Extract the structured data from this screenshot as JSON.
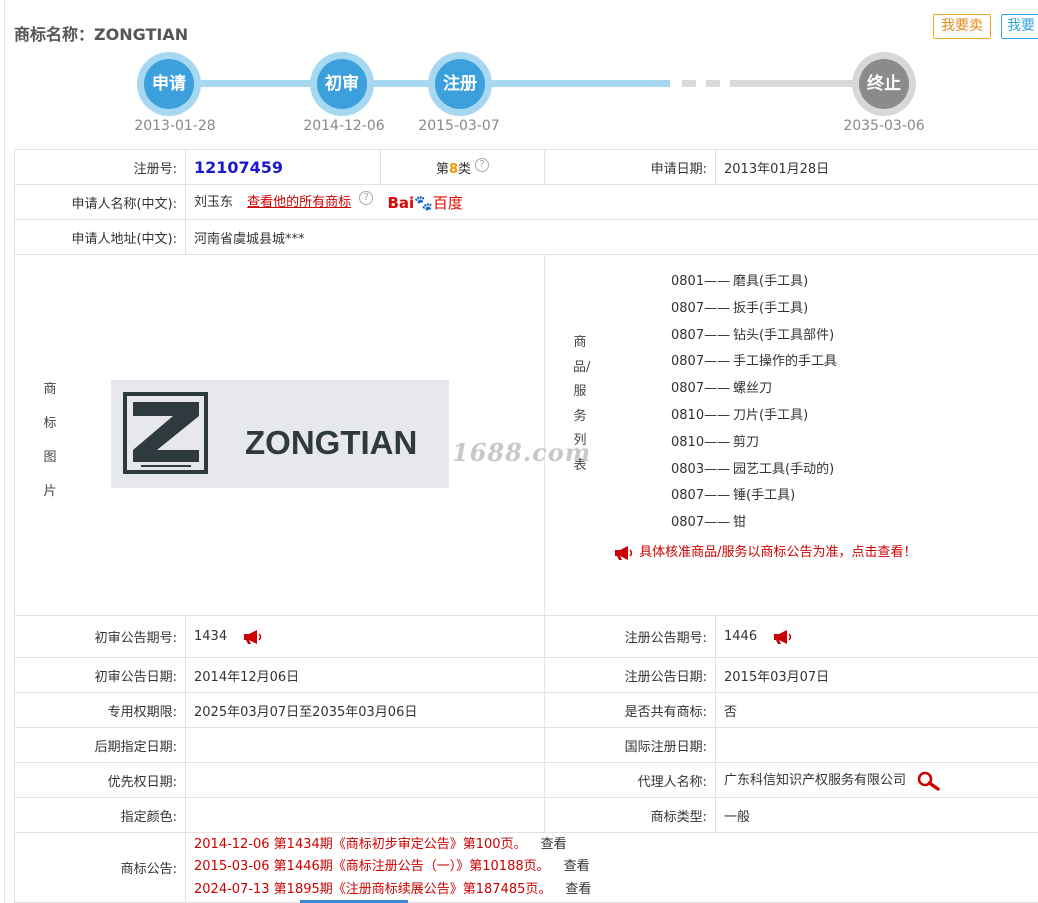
{
  "header": {
    "title": "商标名称：ZONGTIAN",
    "sell_button": "我要卖",
    "buy_button": "我要"
  },
  "timeline": [
    {
      "label": "申请",
      "date": "2013-01-28"
    },
    {
      "label": "初审",
      "date": "2014-12-06"
    },
    {
      "label": "注册",
      "date": "2015-03-07"
    },
    {
      "label": "终止",
      "date": "2035-03-06"
    }
  ],
  "info": {
    "reg_no_label": "注册号:",
    "reg_no": "12107459",
    "class_prefix": "第",
    "class_num": "8",
    "class_suffix": "类",
    "apply_date_label": "申请日期:",
    "apply_date": "2013年01月28日",
    "applicant_label": "申请人名称(中文):",
    "applicant": "刘玉东",
    "applicant_link": "查看他的所有商标",
    "baidu_text": "Bai",
    "baidu_zh": "百度",
    "address_label": "申请人地址(中文):",
    "address": "河南省虞城县城***",
    "image_label": "商标图片",
    "goods_label": "商品/服务列表",
    "logo_text": "ZONGTIAN",
    "watermark": "1688.com",
    "goods": [
      {
        "code": "0801——",
        "name": "磨具(手工具)"
      },
      {
        "code": "0807——",
        "name": "扳手(手工具)"
      },
      {
        "code": "0807——",
        "name": "钻头(手工具部件)"
      },
      {
        "code": "0807——",
        "name": "手工操作的手工具"
      },
      {
        "code": "0807——",
        "name": "螺丝刀"
      },
      {
        "code": "0810——",
        "name": "刀片(手工具)"
      },
      {
        "code": "0810——",
        "name": "剪刀"
      },
      {
        "code": "0803——",
        "name": "园艺工具(手动的)"
      },
      {
        "code": "0807——",
        "name": "锤(手工具)"
      },
      {
        "code": "0807——",
        "name": "钳"
      }
    ],
    "goods_notice": "具体核准商品/服务以商标公告为准，点击查看！",
    "prelim_no_label": "初审公告期号:",
    "prelim_no": "1434",
    "reg_notice_no_label": "注册公告期号:",
    "reg_notice_no": "1446",
    "prelim_date_label": "初审公告日期:",
    "prelim_date": "2014年12月06日",
    "reg_notice_date_label": "注册公告日期:",
    "reg_notice_date": "2015年03月07日",
    "exclusive_label": "专用权期限:",
    "exclusive": "2025年03月07日至2035年03月06日",
    "shared_label": "是否共有商标:",
    "shared": "否",
    "later_label": "后期指定日期:",
    "later": "",
    "intl_label": "国际注册日期:",
    "intl": "",
    "priority_label": "优先权日期:",
    "priority": "",
    "agent_label": "代理人名称:",
    "agent": "广东科信知识产权服务有限公司",
    "color_label": "指定颜色:",
    "color": "",
    "type_label": "商标类型:",
    "type": "一般",
    "announce_label": "商标公告:",
    "announcements": [
      {
        "text": "2014-12-06 第1434期《商标初步审定公告》第100页。",
        "view": "查看"
      },
      {
        "text": "2015-03-06 第1446期《商标注册公告（一）》第10188页。",
        "view": "查看"
      },
      {
        "text": "2024-07-13 第1895期《注册商标续展公告》第187485页。",
        "view": "查看"
      }
    ]
  },
  "colors": {
    "timeline_active": "#3ba0dc",
    "timeline_inactive": "#8b8b8b",
    "reg_no": "#1a1acb",
    "notice_red": "#cc0000"
  }
}
